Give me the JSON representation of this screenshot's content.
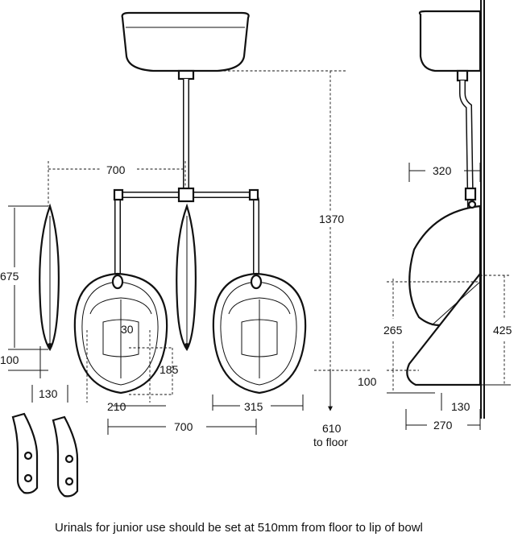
{
  "dimensions": {
    "front_cistern_spacing": "700",
    "slab_height": "675",
    "slab_bottom": "100",
    "slab_width": "130",
    "inlet_offset": "30",
    "waste_height": "185",
    "waste_spacing": "210",
    "bowl_spacing": "700",
    "bowl_width": "315",
    "flush_pipe_height": "1370",
    "floor_height_value": "610",
    "floor_height_unit": "to floor",
    "side_projection": "320",
    "side_bowl_depth": "265",
    "side_overall_height": "425",
    "side_base": "100",
    "side_bracket": "130",
    "side_depth": "270"
  },
  "footnote": "Urinals for junior use should be set at 510mm from floor to lip of bowl"
}
